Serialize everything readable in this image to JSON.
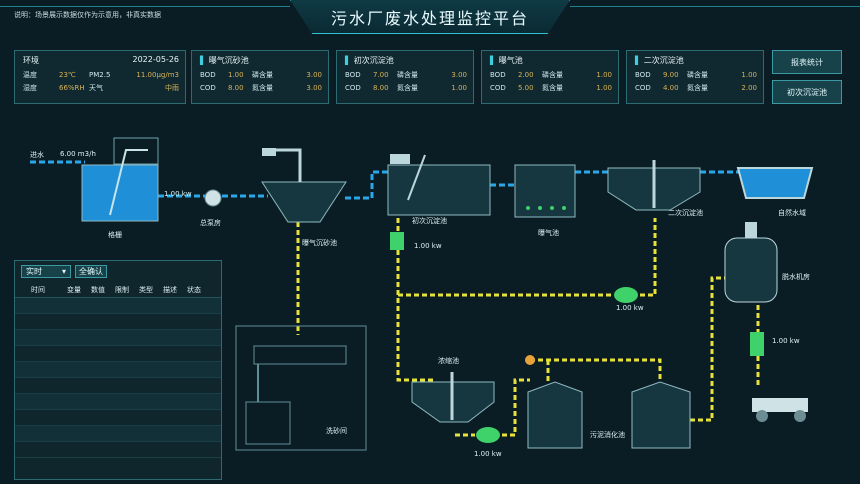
{
  "title": "污水厂废水处理监控平台",
  "note": "说明：场景展示数据仅作为示意用，非真实数据",
  "env": {
    "label": "环境",
    "date": "2022-05-26",
    "rows": [
      {
        "k1": "温度",
        "v1": "23℃",
        "k2": "PM2.5",
        "v2": "11.00μg/m3"
      },
      {
        "k1": "湿度",
        "v1": "66%RH",
        "k2": "天气",
        "v2": "中雨"
      }
    ]
  },
  "panels": [
    {
      "name": "曝气沉砂池",
      "bod": "1.00",
      "cod": "8.00",
      "k1": "磷含量",
      "v1": "3.00",
      "k2": "氮含量",
      "v2": "3.00"
    },
    {
      "name": "初次沉淀池",
      "bod": "7.00",
      "cod": "8.00",
      "k1": "磷含量",
      "v1": "3.00",
      "k2": "氮含量",
      "v2": "1.00"
    },
    {
      "name": "曝气池",
      "bod": "2.00",
      "cod": "5.00",
      "k1": "磷含量",
      "v1": "1.00",
      "k2": "氮含量",
      "v2": "1.00"
    },
    {
      "name": "二次沉淀池",
      "bod": "9.00",
      "cod": "4.00",
      "k1": "磷含量",
      "v1": "1.00",
      "k2": "氮含量",
      "v2": "2.00"
    }
  ],
  "labels": {
    "bod": "BOD",
    "cod": "COD"
  },
  "buttons": {
    "report": "报表统计",
    "primary_tank": "初次沉淀池"
  },
  "scene": {
    "inflow": "进水",
    "inflow_rate": "6.00 m3/h",
    "grille": "格栅",
    "pump_house": "总泵房",
    "pump1": "1.00 kw",
    "grit": "曝气沉砂池",
    "primary": "初次沉淀池",
    "aeration": "曝气池",
    "secondary": "二次沉淀池",
    "natural": "自然水域",
    "pump2": "1.00 kw",
    "pump3": "1.00 kw",
    "dewater": "脱水机房",
    "pump4": "1.00 kw",
    "sand_wash": "洗砂间",
    "thickener": "浓缩池",
    "pump5": "1.00 kw",
    "digester": "污泥消化池"
  },
  "table": {
    "select": "实时",
    "confirm": "全确认",
    "headers": [
      "时间",
      "变量",
      "数值",
      "限制",
      "类型",
      "描述",
      "状态"
    ]
  }
}
